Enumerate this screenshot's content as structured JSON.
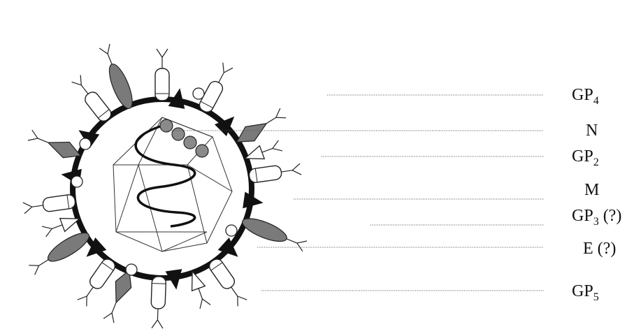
{
  "labels": [
    {
      "id": "gp4",
      "base": "GP",
      "sub": "4",
      "suffix": ""
    },
    {
      "id": "n",
      "base": "N",
      "sub": "",
      "suffix": ""
    },
    {
      "id": "gp2",
      "base": "GP",
      "sub": "2",
      "suffix": ""
    },
    {
      "id": "m",
      "base": "M",
      "sub": "",
      "suffix": ""
    },
    {
      "id": "gp3",
      "base": "GP",
      "sub": "3",
      "suffix": " (?)"
    },
    {
      "id": "e",
      "base": "E",
      "sub": "",
      "suffix": " (?)"
    },
    {
      "id": "gp5",
      "base": "GP",
      "sub": "5",
      "suffix": ""
    }
  ]
}
